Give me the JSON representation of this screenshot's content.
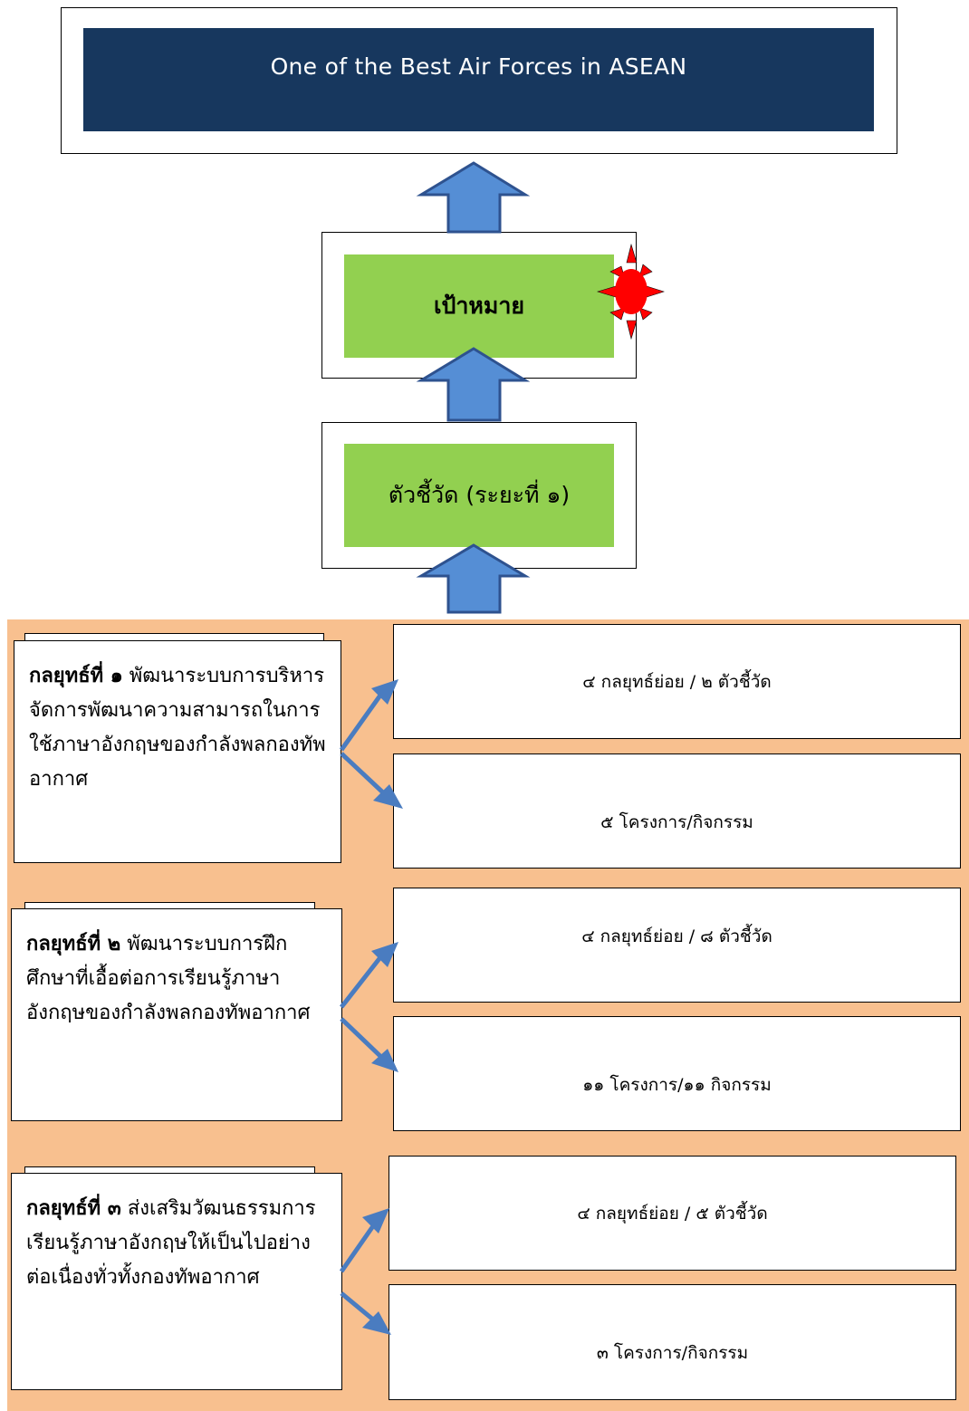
{
  "vision": {
    "title": "One of the Best Air Forces in ASEAN"
  },
  "goal": {
    "label": "เป้าหมาย"
  },
  "indicator": {
    "label": "ตัวชี้วัด (ระยะที่ ๑)"
  },
  "strategies": [
    {
      "heading": "กลยุทธ์ที่ ๑",
      "text": " พัฒนาระบบการบริหารจัดการพัฒนาความสามารถในการใช้ภาษาอังกฤษของกำลังพลกองทัพอากาศ",
      "sub": "๔ กลยุทธ์ย่อย /  ๒ ตัวชี้วัด",
      "projects": "๕ โครงการ/กิจกรรม"
    },
    {
      "heading": "กลยุทธ์ที่ ๒",
      "text": " พัฒนาระบบการฝึกศึกษาที่เอื้อต่อการเรียนรู้ภาษาอังกฤษของกำลังพลกองทัพอากาศ",
      "sub": "๔ กลยุทธ์ย่อย /  ๘ ตัวชี้วัด",
      "projects": "๑๑ โครงการ/๑๑ กิจกรรม"
    },
    {
      "heading": "กลยุทธ์ที่ ๓",
      "text": " ส่งเสริมวัฒนธรรมการเรียนรู้ภาษาอังกฤษให้เป็นไปอย่างต่อเนื่องทั่วทั้งกองทัพอากาศ",
      "sub": "๔ กลยุทธ์ย่อย /  ๕ ตัวชี้วัด",
      "projects": "๓ โครงการ/กิจกรรม"
    }
  ],
  "colors": {
    "banner": "#17375e",
    "green": "#92d050",
    "panel": "#f8c08f",
    "arrow_fill": "#558ed5",
    "arrow_stroke": "#2e528f",
    "connector": "#4a7cc0",
    "burst": "#ff0000"
  }
}
